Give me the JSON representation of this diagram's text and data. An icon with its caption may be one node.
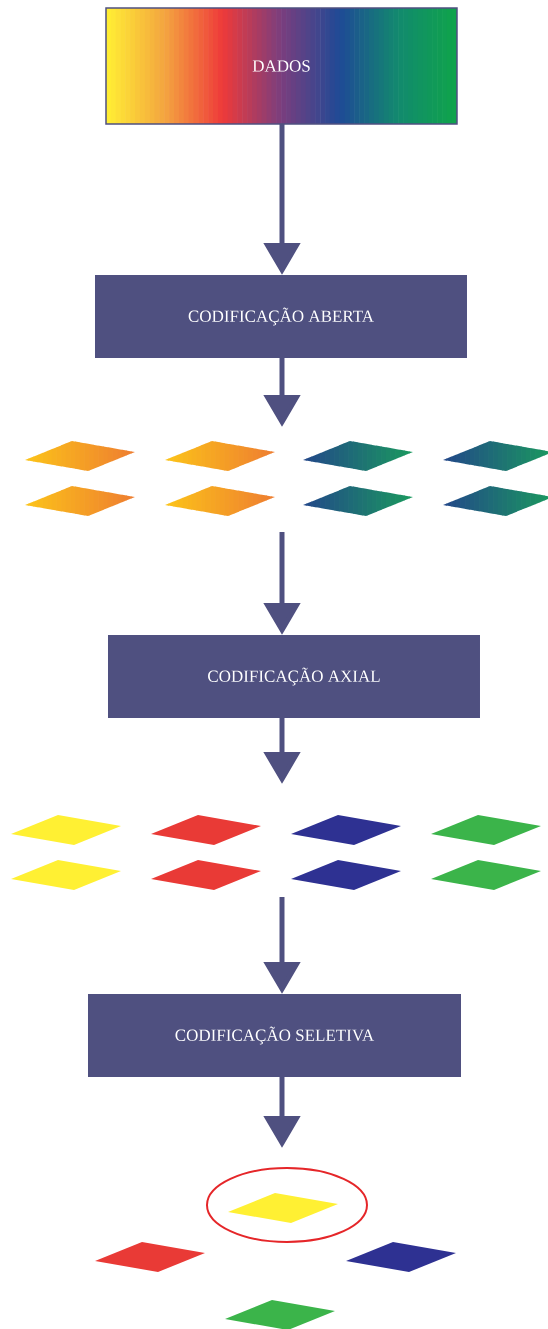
{
  "diagram": {
    "nodes": [
      {
        "text": [
          "DADOS"
        ]
      },
      {
        "text": [
          "CODIFICAÇÃO ABERTA"
        ]
      },
      {
        "text": [],
        "shape": "picture"
      },
      {
        "text": [
          "CODIFICAÇÃO AXIAL"
        ]
      },
      {
        "text": [],
        "shape": "picture"
      },
      {
        "text": [
          "CODIFICAÇÃO SELETIVA"
        ]
      },
      {
        "text": [],
        "shape": "picture"
      }
    ],
    "edges": [
      {
        "from": 0,
        "to": 1,
        "arrow": "to"
      },
      {
        "from": 1,
        "to": 2,
        "arrow": "to"
      },
      {
        "from": 2,
        "to": 3,
        "arrow": "to"
      },
      {
        "from": 3,
        "to": 4,
        "arrow": "to"
      },
      {
        "from": 4,
        "to": 5,
        "arrow": "to"
      },
      {
        "from": 5,
        "to": 6,
        "arrow": "to"
      }
    ]
  }
}
